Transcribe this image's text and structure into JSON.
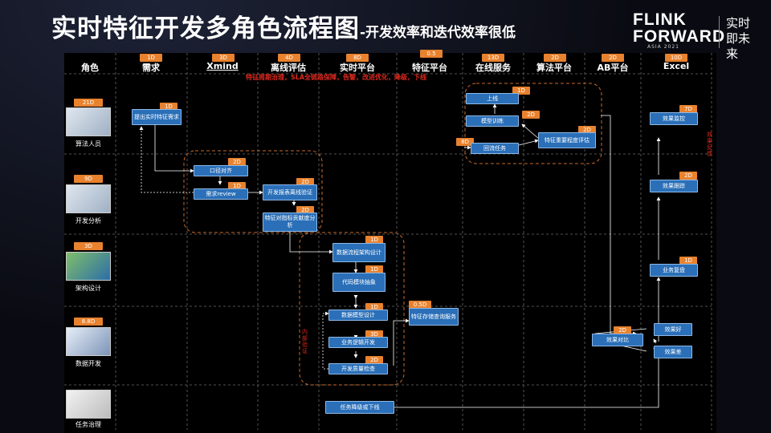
{
  "title": "实时特征开发多角色流程图",
  "subtitle": "-开发效率和迭代效率很低",
  "brand": {
    "line1": "FLINK",
    "line2": "FORWARD",
    "sub": "ASIA 2021",
    "cn": "实时即未来"
  },
  "headers": {
    "role": "角色",
    "req": "需求",
    "xmind": "Xmind",
    "offline": "离线评估",
    "rt": "实时平台",
    "feat": "特征平台",
    "online": "在线服务",
    "algo": "算法平台",
    "ab": "AB平台",
    "excel": "Excel"
  },
  "header_tags": {
    "req": "1D",
    "xmind": "3D",
    "offline": "4D",
    "rt": "8D",
    "feat": "0.5",
    "online": "13D",
    "algo": "2D",
    "ab": "2D",
    "excel": "10D"
  },
  "roles": [
    {
      "label": "算法人员",
      "tag": "21D"
    },
    {
      "label": "开发分析",
      "tag": "9D"
    },
    {
      "label": "架构设计",
      "tag": "3D"
    },
    {
      "label": "数据开发",
      "tag": "8.8D"
    },
    {
      "label": "任务治理",
      "tag": ""
    }
  ],
  "notes": {
    "top": "特征周期治理，SLA全链路保障，告警，改进优化，降级，下线",
    "inner": "内部验证",
    "feedback": "效果反馈"
  },
  "boxes": {
    "b1": {
      "text": "提出实时特征需求",
      "tag": "1D"
    },
    "b2": {
      "text": "口径对齐",
      "tag": "2D"
    },
    "b3": {
      "text": "需求review",
      "tag": "1D"
    },
    "b4": {
      "text": "开发报表离线验证",
      "tag": "2D"
    },
    "b5": {
      "text": "特征对指标贡献度分析",
      "tag": "2D"
    },
    "b6": {
      "text": "数据流程架构设计",
      "tag": "1D"
    },
    "b7": {
      "text": "代码模块抽象",
      "tag": "1D"
    },
    "b8": {
      "text": "数据模型设计",
      "tag": "1D"
    },
    "b9": {
      "text": "业务逻辑开发",
      "tag": "3D"
    },
    "b10": {
      "text": "开发质量检查",
      "tag": "2D"
    },
    "b11": {
      "text": "特征存储查询服务",
      "tag": "0.5D"
    },
    "b12": {
      "text": "上线",
      "tag": "1D"
    },
    "b13": {
      "text": "模型训练",
      "tag": "2D"
    },
    "b14": {
      "text": "特征重要程度评估",
      "tag": "2D"
    },
    "b15": {
      "text": "回流任务",
      "tag": "8D"
    },
    "b16": {
      "text": "效果对比",
      "tag": "2D"
    },
    "b17": {
      "text": "效果好",
      "tag": ""
    },
    "b18": {
      "text": "效果差",
      "tag": ""
    },
    "b19": {
      "text": "效果监控",
      "tag": "7D"
    },
    "b20": {
      "text": "效果跟踪",
      "tag": "2D"
    },
    "b21": {
      "text": "业务复盘",
      "tag": "1D"
    },
    "b22": {
      "text": "任务降级或下线",
      "tag": ""
    }
  },
  "colors": {
    "box": "#2a6fb8",
    "tag": "#e8822e",
    "note": "#e0281e",
    "dashed": "#c96a2a"
  }
}
